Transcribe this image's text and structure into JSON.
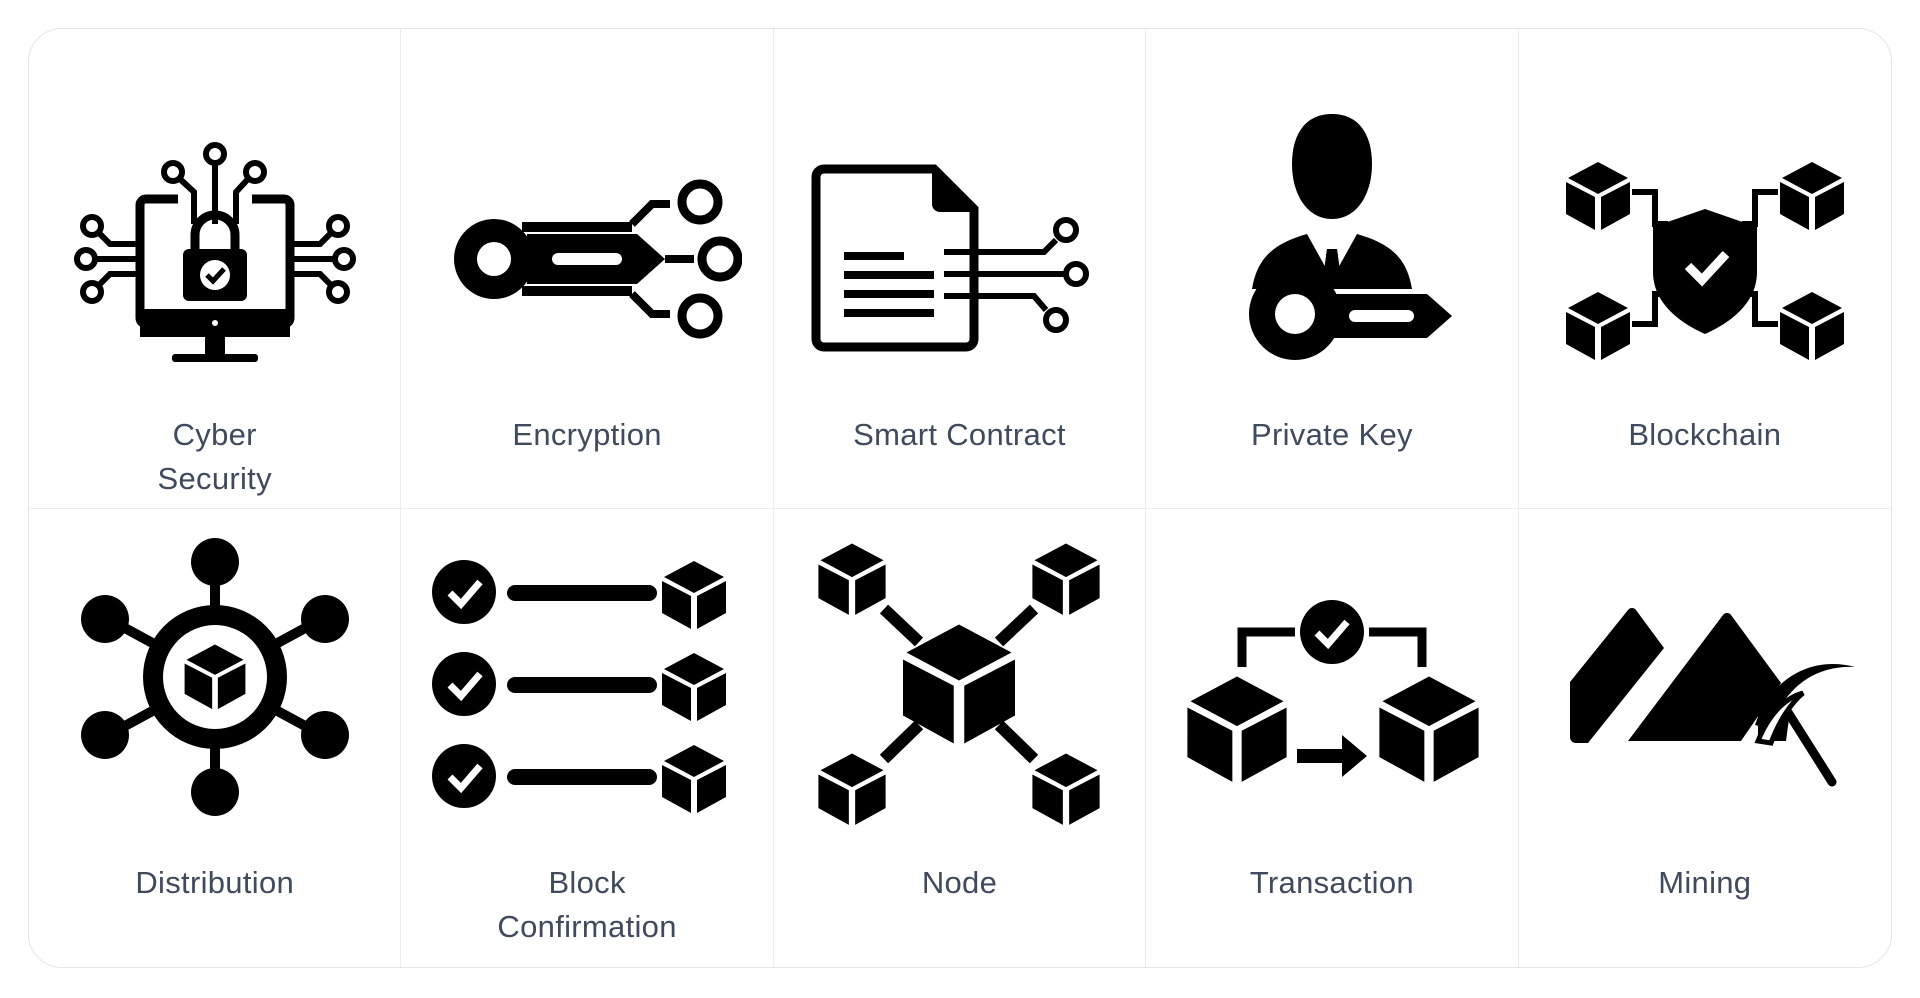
{
  "icons": {
    "cyber_security": {
      "icon": "cyber-security-icon",
      "label_lines": [
        "Cyber",
        "Security"
      ]
    },
    "encryption": {
      "icon": "encryption-icon",
      "label_lines": [
        "Encryption"
      ]
    },
    "smart_contract": {
      "icon": "smart-contract-icon",
      "label_lines": [
        "Smart Contract"
      ]
    },
    "private_key": {
      "icon": "private-key-icon",
      "label_lines": [
        "Private Key"
      ]
    },
    "blockchain": {
      "icon": "blockchain-icon",
      "label_lines": [
        "Blockchain"
      ]
    },
    "distribution": {
      "icon": "distribution-icon",
      "label_lines": [
        "Distribution"
      ]
    },
    "block_confirmation": {
      "icon": "block-confirmation-icon",
      "label_lines": [
        "Block",
        "Confirmation"
      ]
    },
    "node": {
      "icon": "node-icon",
      "label_lines": [
        "Node"
      ]
    },
    "transaction": {
      "icon": "transaction-icon",
      "label_lines": [
        "Transaction"
      ]
    },
    "mining": {
      "icon": "mining-icon",
      "label_lines": [
        "Mining"
      ]
    }
  },
  "colors": {
    "icon_fill": "#000000",
    "label_text": "#3f4a5c",
    "border": "#e4e4e4"
  }
}
